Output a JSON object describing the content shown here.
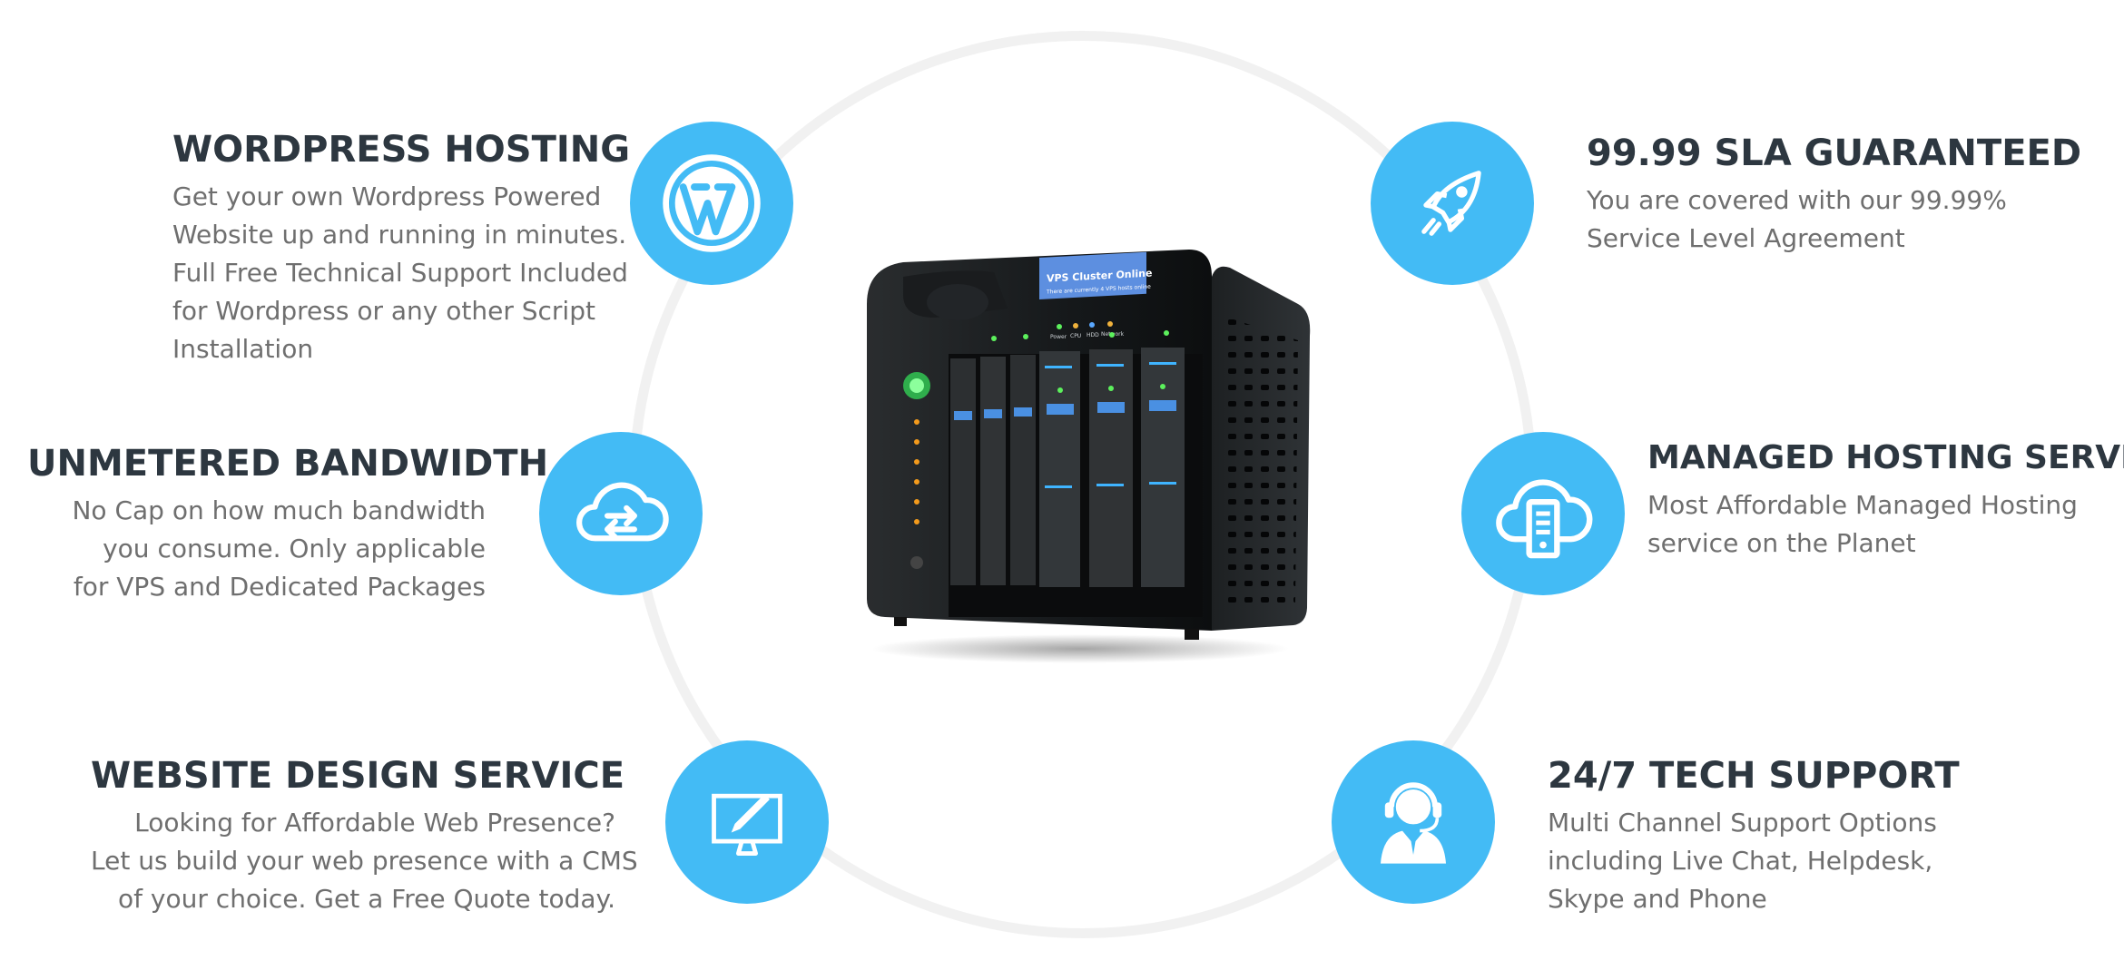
{
  "colors": {
    "accent": "#43bbf5",
    "heading": "#2d3740",
    "body": "#6f6f6f",
    "ring": "#f1f1f1"
  },
  "server": {
    "screen_title": "VPS Cluster Online",
    "screen_sub": "There are currently 4 VPS hosts online",
    "leds": [
      "Power",
      "CPU",
      "HDD",
      "Network"
    ]
  },
  "features": {
    "wordpress": {
      "icon": "wordpress-icon",
      "title": "WORDPRESS HOSTING",
      "lines": [
        "Get your own Wordpress Powered",
        "Website up and running in minutes.",
        "Full  Free Technical Support Included",
        "for Wordpress or any other Script",
        "Installation"
      ]
    },
    "bandwidth": {
      "icon": "cloud-transfer-icon",
      "title": "UNMETERED BANDWIDTH",
      "lines": [
        "No Cap on how much bandwidth",
        "you consume. Only applicable",
        "for VPS and Dedicated Packages"
      ]
    },
    "design": {
      "icon": "monitor-pen-icon",
      "title": "WEBSITE DESIGN SERVICE",
      "lines": [
        "Looking for Affordable Web Presence?",
        "Let us build your web presence with a CMS",
        "of your choice. Get a Free Quote today."
      ]
    },
    "sla": {
      "icon": "rocket-icon",
      "title": "99.99 SLA GUARANTEED",
      "lines": [
        "You are covered with our 99.99%",
        "Service Level Agreement"
      ]
    },
    "managed": {
      "icon": "cloud-server-icon",
      "title": "MANAGED HOSTING SERVICES",
      "lines": [
        "Most Affordable Managed Hosting",
        "service on the Planet"
      ]
    },
    "support": {
      "icon": "headset-support-icon",
      "title": "24/7 TECH SUPPORT",
      "lines": [
        "Multi Channel Support Options",
        "including Live Chat, Helpdesk,",
        "Skype and Phone"
      ]
    }
  }
}
